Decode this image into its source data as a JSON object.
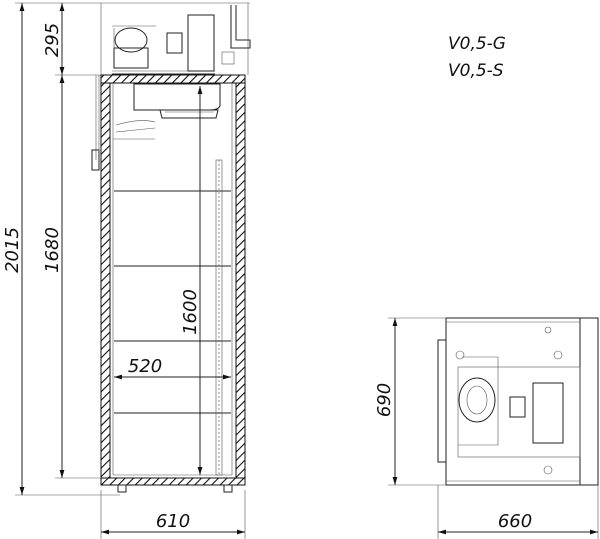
{
  "models": [
    "V0,5-G",
    "V0,5-S"
  ],
  "front_view": {
    "dimensions": {
      "overall_height": "2015",
      "cabinet_height": "1680",
      "unit_height": "295",
      "interior_height": "1600",
      "interior_width": "520",
      "width": "610"
    }
  },
  "top_view": {
    "dimensions": {
      "depth": "690",
      "width": "660"
    }
  }
}
